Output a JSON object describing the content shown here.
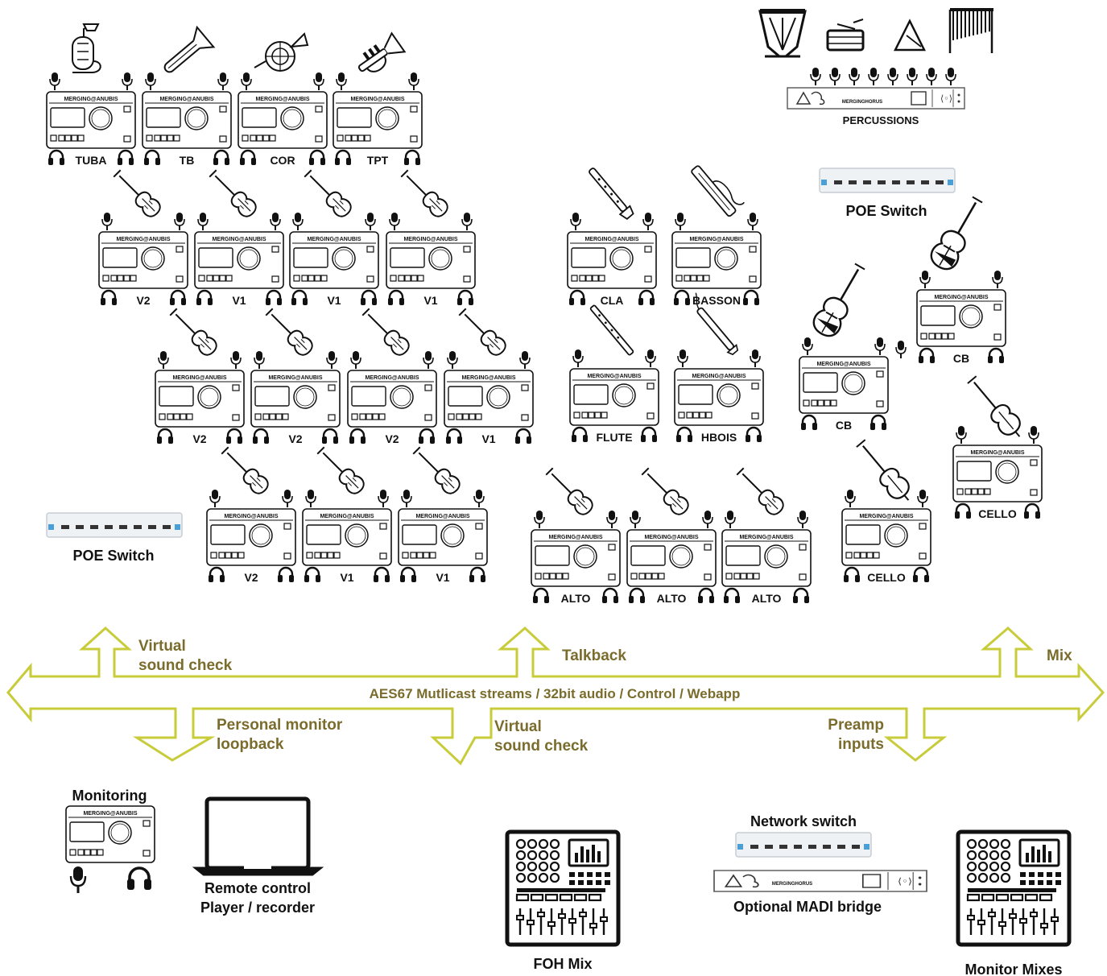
{
  "musicians": [
    {
      "id": "tuba",
      "label": "TUBA",
      "instrument": "tuba"
    },
    {
      "id": "tb",
      "label": "TB",
      "instrument": "trombone"
    },
    {
      "id": "cor",
      "label": "COR",
      "instrument": "french-horn"
    },
    {
      "id": "tpt",
      "label": "TPT",
      "instrument": "trumpet"
    },
    {
      "id": "r2a",
      "label": "V2",
      "instrument": "violin"
    },
    {
      "id": "r2b",
      "label": "V1",
      "instrument": "violin"
    },
    {
      "id": "r2c",
      "label": "V1",
      "instrument": "violin"
    },
    {
      "id": "r2d",
      "label": "V1",
      "instrument": "violin"
    },
    {
      "id": "r3a",
      "label": "V2",
      "instrument": "violin"
    },
    {
      "id": "r3b",
      "label": "V2",
      "instrument": "violin"
    },
    {
      "id": "r3c",
      "label": "V2",
      "instrument": "violin"
    },
    {
      "id": "r3d",
      "label": "V1",
      "instrument": "violin"
    },
    {
      "id": "r4a",
      "label": "V2",
      "instrument": "violin"
    },
    {
      "id": "r4b",
      "label": "V1",
      "instrument": "violin"
    },
    {
      "id": "r4c",
      "label": "V1",
      "instrument": "violin"
    },
    {
      "id": "alto1",
      "label": "ALTO",
      "instrument": "viola"
    },
    {
      "id": "alto2",
      "label": "ALTO",
      "instrument": "viola"
    },
    {
      "id": "alto3",
      "label": "ALTO",
      "instrument": "viola"
    },
    {
      "id": "cla",
      "label": "CLA",
      "instrument": "clarinet"
    },
    {
      "id": "basson",
      "label": "BASSON",
      "instrument": "bassoon"
    },
    {
      "id": "flute",
      "label": "FLUTE",
      "instrument": "flute"
    },
    {
      "id": "hbois",
      "label": "HBOIS",
      "instrument": "oboe"
    },
    {
      "id": "cb1",
      "label": "CB",
      "instrument": "double-bass"
    },
    {
      "id": "cb2",
      "label": "CB",
      "instrument": "double-bass"
    },
    {
      "id": "cello1",
      "label": "CELLO",
      "instrument": "cello"
    },
    {
      "id": "cello2",
      "label": "CELLO",
      "instrument": "cello"
    }
  ],
  "device_brand": "MERGING@ANUBIS",
  "madi_unit_text": "MERGINGHORUS",
  "percussion": {
    "label": "PERCUSSIONS",
    "instruments": [
      "timpani",
      "snare-drum",
      "triangle",
      "chimes"
    ]
  },
  "poe_switch_label": "POE Switch",
  "network": {
    "stream_label": "AES67 Mutlicast streams / 32bit audio / Control / Webapp",
    "up_labels": [
      "Virtual\nsound check",
      "Talkback",
      "Mix"
    ],
    "down_labels": [
      "Personal monitor\nloopback",
      "Virtual\nsound check",
      "Preamp\ninputs"
    ],
    "arrow_color": "#c8cc3a",
    "label_color": "#7a6c2c"
  },
  "bottom": {
    "monitoring": "Monitoring",
    "remote": "Remote control\nPlayer / recorder",
    "foh": "FOH Mix",
    "network_switch": "Network switch",
    "madi_bridge": "Optional MADI bridge",
    "monitor_mixes": "Monitor Mixes"
  },
  "icons": [
    "microphone-icon",
    "headphones-icon",
    "anubis-unit-icon",
    "poe-switch-icon",
    "laptop-icon",
    "mixing-console-icon",
    "madi-bridge-icon"
  ]
}
